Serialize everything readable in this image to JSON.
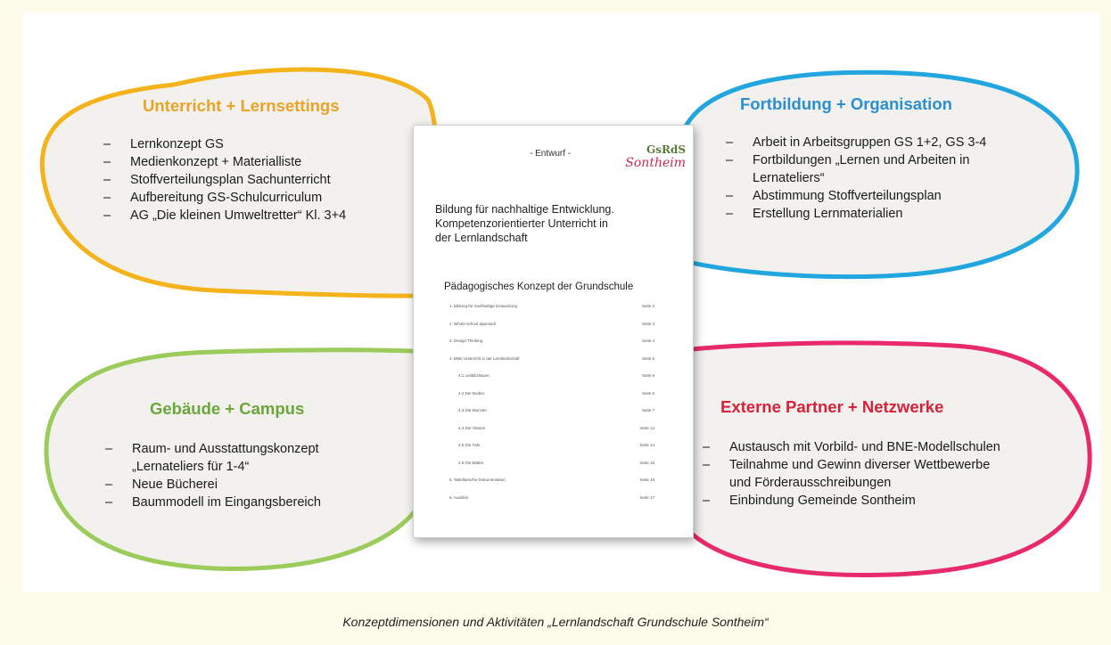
{
  "center_document": {
    "draft_label": "- Entwurf -",
    "logo_top": "GsRdS",
    "logo_bottom": "Sontheim",
    "title_lines": [
      "Bildung für nachhaltige Entwicklung.",
      "Kompetenzorientierter Unterricht in",
      "der Lernlandschaft"
    ],
    "subtitle": "Pädagogisches Konzept der Grundschule",
    "toc": [
      {
        "label": "1. Bildung für nachhaltige Entwicklung",
        "page": "Seite 2"
      },
      {
        "label": "2. Whole-school approach",
        "page": "Seite 3"
      },
      {
        "label": "3. Design Thinking",
        "page": "Seite 4"
      },
      {
        "label": "4. BNE-Unterricht in der Lernlandschaft",
        "page": "Seite 5"
      },
      {
        "label": "4.1 Leitbild Baum",
        "page": "Seite 5",
        "sub": true
      },
      {
        "label": "4.2 Der Boden",
        "page": "Seite 6",
        "sub": true
      },
      {
        "label": "4.3 Die Wurzeln",
        "page": "Seite 7",
        "sub": true
      },
      {
        "label": "4.4 Der Stamm",
        "page": "Seite 13",
        "sub": true
      },
      {
        "label": "4.5 Die Äste",
        "page": "Seite 14",
        "sub": true
      },
      {
        "label": "4.6 Die Blätter",
        "page": "Seite 15",
        "sub": true
      },
      {
        "label": "5. Tabellarische Dokumentation",
        "page": "Seite 16"
      },
      {
        "label": "6. Ausblick",
        "page": "Seite 17"
      }
    ]
  },
  "bubbles": {
    "top_left": {
      "title": "Unterricht + Lernsettings",
      "title_color": "#e9a326",
      "stroke_color": "#f4b21b",
      "items": [
        "Lernkonzept GS",
        "Medienkonzept + Materialliste",
        "Stoffverteilungsplan Sachunterricht",
        "Aufbereitung GS-Schulcurriculum",
        "AG „Die kleinen Umweltretter“ Kl. 3+4"
      ]
    },
    "top_right": {
      "title": "Fortbildung + Organisation",
      "title_color": "#2a8fd0",
      "stroke_color": "#22a6e0",
      "items": [
        "Arbeit in Arbeitsgruppen GS 1+2, GS 3-4",
        "Fortbildungen „Lernen und Arbeiten in\nLernateliers“",
        "Abstimmung Stoffverteilungsplan",
        "Erstellung Lernmaterialien"
      ]
    },
    "bottom_left": {
      "title": "Gebäude + Campus",
      "title_color": "#6aa63a",
      "stroke_color": "#9bcb5a",
      "items": [
        "Raum- und Ausstattungskonzept\n„Lernateliers für 1-4“",
        "Neue Bücherei",
        "Baummodell im Eingangsbereich"
      ]
    },
    "bottom_right": {
      "title": "Externe Partner + Netzwerke",
      "title_color": "#d9223a",
      "stroke_color": "#e8296b",
      "items": [
        "Austausch mit Vorbild- und BNE-Modellschulen",
        "Teilnahme und Gewinn diverser Wettbewerbe\nund Förderausschreibungen",
        "Einbindung Gemeinde Sontheim"
      ]
    }
  },
  "caption": "Konzeptdimensionen und Aktivitäten „Lernlandschaft Grundschule Sontheim“"
}
